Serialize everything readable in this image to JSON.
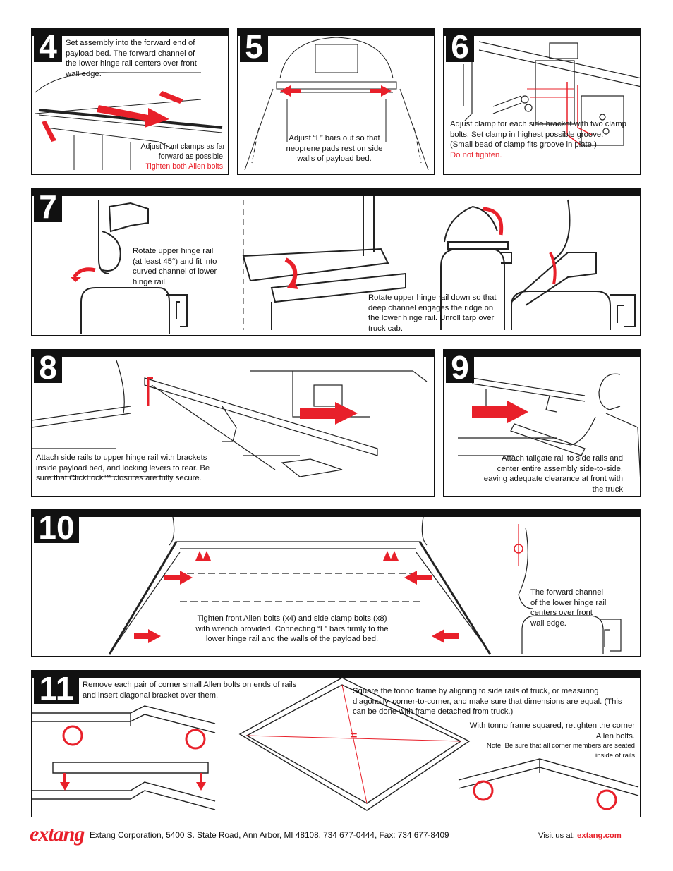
{
  "steps": {
    "s4": {
      "num": "4",
      "text": "Set assembly into the forward end of payload bed. The forward channel of the lower hinge rail centers over front wall edge.",
      "note1": "Adjust front clamps as far forward as possible.",
      "note2": "Tighten both Allen bolts."
    },
    "s5": {
      "num": "5",
      "text": "Adjust “L” bars out so that neoprene pads rest on side walls of payload bed."
    },
    "s6": {
      "num": "6",
      "text": "Adjust clamp for each side bracket with two clamp bolts. Set clamp in highest possible groove. (Small bead of clamp fits groove in plate.)",
      "note": "Do not tighten."
    },
    "s7": {
      "num": "7",
      "text1": "Rotate upper hinge rail (at least 45°) and fit into curved channel of lower hinge rail.",
      "text2": "Rotate upper hinge rail down so that deep channel engages the ridge on the lower hinge rail. Unroll tarp over truck cab."
    },
    "s8": {
      "num": "8",
      "text": "Attach side rails to upper hinge rail with brackets inside payload bed, and locking levers to rear. Be sure that ClickLock™ closures are fully secure."
    },
    "s9": {
      "num": "9",
      "text": "Attach tailgate rail to side rails and center entire assembly side-to-side, leaving adequate clearance at front with the truck"
    },
    "s10": {
      "num": "10",
      "text1": "Tighten front Allen bolts (x4) and side clamp bolts (x8) with wrench provided. Connecting “L” bars firmly to the  lower hinge rail and the walls of the payload bed.",
      "text2": "The forward channel of the lower hinge rail centers over front wall edge."
    },
    "s11": {
      "num": "11",
      "text1": "Remove each pair of corner small Allen bolts on ends of rails and insert diagonal bracket over them.",
      "text2": "Square the tonno frame by aligning to side rails of truck, or measuring diagonally, corner-to-corner, and make sure that dimensions are equal. (This can be done with frame detached from truck.)",
      "text3": "With tonno frame  squared, retighten the corner Allen bolts.",
      "note": "Note: Be sure that all corner members are seated inside of rails",
      "equals": "="
    }
  },
  "footer": {
    "logo": "extang",
    "address": "Extang Corporation, 5400 S. State Road, Ann Arbor, MI 48108, 734 677-0444, Fax: 734 677-8409",
    "visit_label": "Visit us at:",
    "visit_url": "extang.com"
  },
  "colors": {
    "accent": "#e8202a",
    "ink": "#111111"
  }
}
